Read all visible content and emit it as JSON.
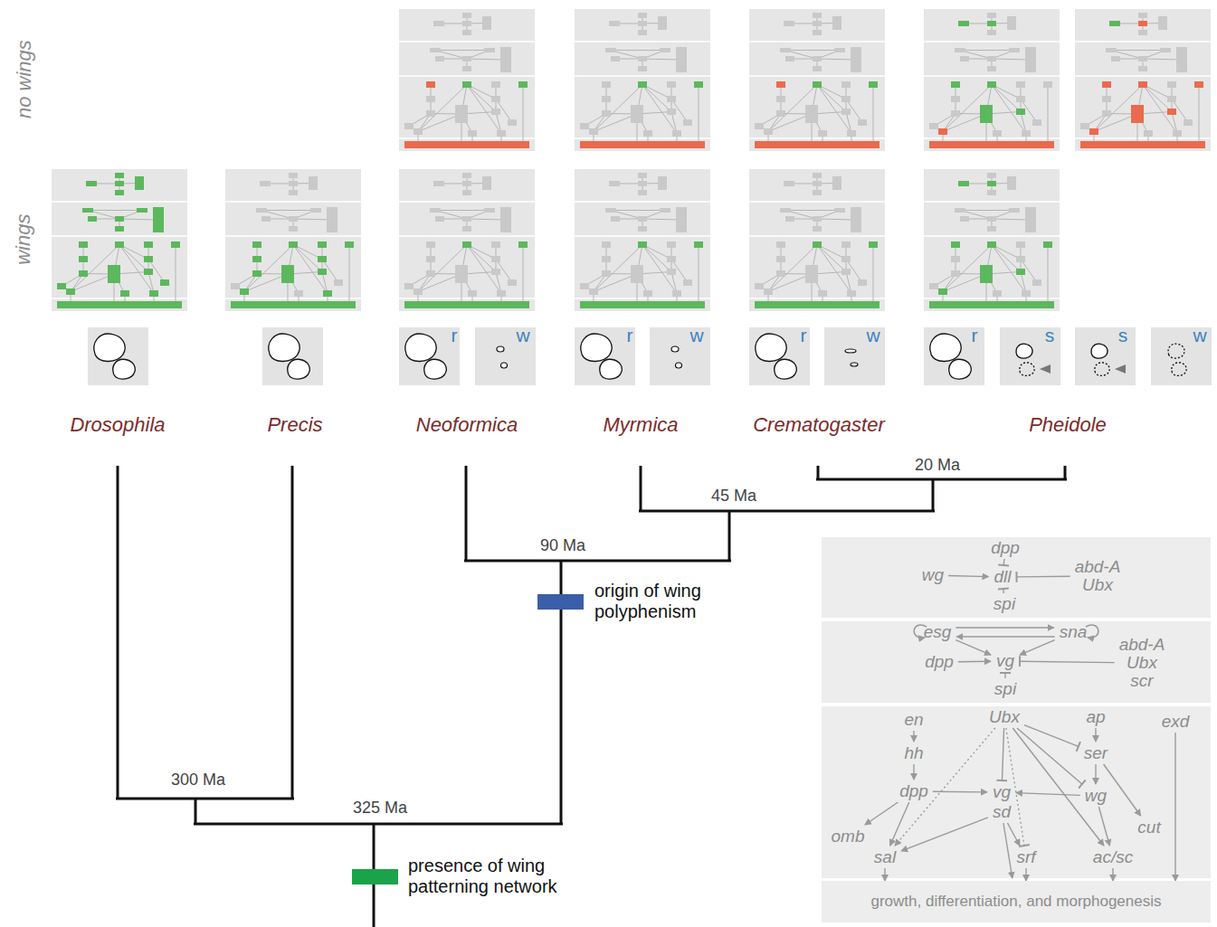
{
  "diagram": {
    "nodes": [
      {
        "text": [
          "dpp"
        ]
      },
      {
        "text": [
          "wg"
        ]
      },
      {
        "text": [
          "dll"
        ]
      },
      {
        "text": [
          "abd-A",
          "Ubx"
        ]
      },
      {
        "text": [
          "spi"
        ]
      },
      {
        "text": [
          "esg"
        ]
      },
      {
        "text": [
          "sna"
        ]
      },
      {
        "text": [
          "dpp"
        ]
      },
      {
        "text": [
          "vg"
        ]
      },
      {
        "text": [
          "abd-A",
          "Ubx",
          "scr"
        ]
      },
      {
        "text": [
          "spi"
        ]
      },
      {
        "text": [
          "en"
        ]
      },
      {
        "text": [
          "Ubx"
        ]
      },
      {
        "text": [
          "ap"
        ]
      },
      {
        "text": [
          "exd"
        ]
      },
      {
        "text": [
          "hh"
        ]
      },
      {
        "text": [
          "ser"
        ]
      },
      {
        "text": [
          "dpp"
        ]
      },
      {
        "text": [
          "vg"
        ]
      },
      {
        "text": [
          "sd"
        ]
      },
      {
        "text": [
          "wg"
        ]
      },
      {
        "text": [
          "omb"
        ]
      },
      {
        "text": [
          "cut"
        ]
      },
      {
        "text": [
          "sal"
        ]
      },
      {
        "text": [
          "srf"
        ]
      },
      {
        "text": [
          "ac/sc"
        ]
      },
      {
        "text": [
          "growth, differentiation, and morphogenesis"
        ]
      }
    ],
    "edges": [
      {
        "from": 0,
        "to": 2,
        "arrow": "to"
      },
      {
        "from": 1,
        "to": 2,
        "arrow": "to"
      },
      {
        "from": 3,
        "to": 2,
        "arrow": "to"
      },
      {
        "from": 4,
        "to": 2,
        "arrow": "to"
      },
      {
        "from": 5,
        "to": 6,
        "arrow": "to"
      },
      {
        "from": 6,
        "to": 5,
        "arrow": "to"
      },
      {
        "from": 5,
        "to": 8,
        "arrow": "to"
      },
      {
        "from": 6,
        "to": 8,
        "arrow": "to"
      },
      {
        "from": 7,
        "to": 8,
        "arrow": "to"
      },
      {
        "from": 9,
        "to": 8,
        "arrow": "to"
      },
      {
        "from": 10,
        "to": 8,
        "arrow": "to"
      },
      {
        "from": 11,
        "to": 15,
        "arrow": "to"
      },
      {
        "from": 15,
        "to": 17,
        "arrow": "to"
      },
      {
        "from": 13,
        "to": 16,
        "arrow": "to"
      },
      {
        "from": 12,
        "to": 16,
        "arrow": "to"
      },
      {
        "from": 12,
        "to": 18,
        "arrow": "to"
      },
      {
        "from": 12,
        "to": 20,
        "arrow": "to"
      },
      {
        "from": 12,
        "to": 25,
        "arrow": "to"
      },
      {
        "from": 12,
        "to": 23,
        "arrow": "to"
      },
      {
        "from": 12,
        "to": 24,
        "arrow": "to"
      },
      {
        "from": 16,
        "to": 20,
        "arrow": "to"
      },
      {
        "from": 16,
        "to": 22,
        "arrow": "to"
      },
      {
        "from": 20,
        "to": 18,
        "arrow": "to"
      },
      {
        "from": 17,
        "to": 18,
        "arrow": "to"
      },
      {
        "from": 17,
        "to": 21,
        "arrow": "to"
      },
      {
        "from": 17,
        "to": 23,
        "arrow": "to"
      },
      {
        "from": 19,
        "to": 23,
        "arrow": "to"
      },
      {
        "from": 19,
        "to": 24,
        "arrow": "to"
      },
      {
        "from": 19,
        "to": 26,
        "arrow": "to"
      },
      {
        "from": 20,
        "to": 25,
        "arrow": "to"
      },
      {
        "from": 14,
        "to": 26,
        "arrow": "to"
      },
      {
        "from": 23,
        "to": 26,
        "arrow": "to"
      },
      {
        "from": 24,
        "to": 26,
        "arrow": "to"
      },
      {
        "from": 25,
        "to": 26,
        "arrow": "to"
      }
    ],
    "labels": [
      "no wings",
      "wings",
      "Drosophila",
      "Precis",
      "Neoformica",
      "Myrmica",
      "Crematogaster",
      "Pheidole",
      "r",
      "w",
      "r",
      "w",
      "r",
      "w",
      "r",
      "s",
      "s",
      "w",
      "20 Ma",
      "45 Ma",
      "90 Ma",
      "300 Ma",
      "325 Ma",
      "origin of wing polyphenism",
      "presence of wing patterning network"
    ]
  }
}
